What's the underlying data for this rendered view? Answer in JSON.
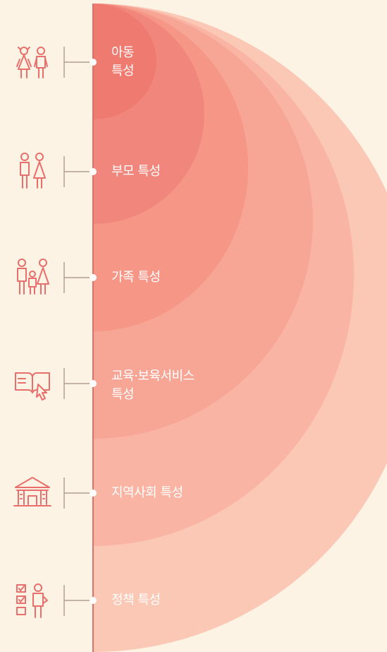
{
  "colors": {
    "background": "#fdf3e4",
    "line": "#d9726b",
    "icon": "#e86f6b",
    "layers": [
      "#fbc8b5",
      "#f9b4a4",
      "#f7a595",
      "#f59687",
      "#f1877c",
      "#ef7a70"
    ]
  },
  "layers": [
    {
      "label": "아동\n특성",
      "icon": "children-icon"
    },
    {
      "label": "부모 특성",
      "icon": "parents-icon"
    },
    {
      "label": "가족 특성",
      "icon": "family-icon"
    },
    {
      "label": "교육·보육서비스\n특성",
      "icon": "book-cursor-icon"
    },
    {
      "label": "지역사회 특성",
      "icon": "community-building-icon"
    },
    {
      "label": "정책 특성",
      "icon": "policy-checklist-icon"
    }
  ]
}
